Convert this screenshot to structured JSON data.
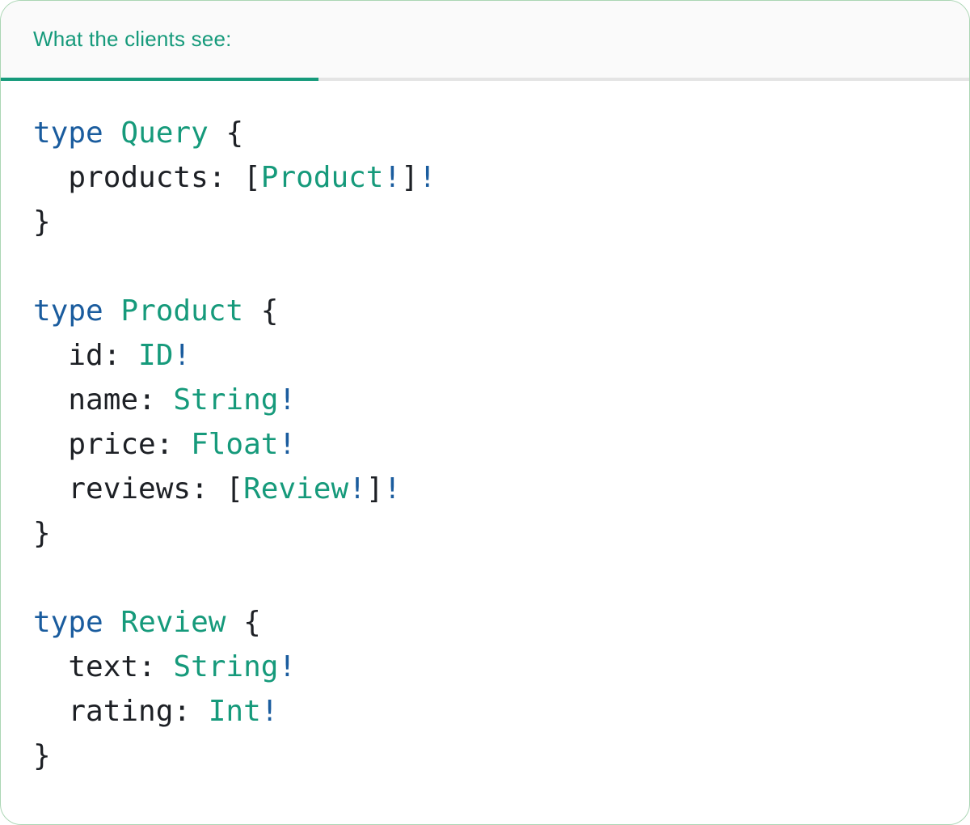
{
  "card": {
    "tab": {
      "label": "What the clients see:"
    },
    "colors": {
      "accent": "#169a7b",
      "keyword_blue": "#1a5c9e",
      "type_teal": "#169a7b",
      "plain_text": "#1d2025",
      "inactive_rule": "#e4e4e4",
      "card_border": "#abd6b4",
      "header_background": "#fafafa"
    },
    "code": {
      "language": "graphql",
      "lines": [
        [
          {
            "c": "k",
            "t": "type"
          },
          {
            "c": "p",
            "t": " "
          },
          {
            "c": "t",
            "t": "Query"
          },
          {
            "c": "p",
            "t": " {"
          }
        ],
        [
          {
            "c": "p",
            "t": "  products: ["
          },
          {
            "c": "t",
            "t": "Product"
          },
          {
            "c": "k",
            "t": "!"
          },
          {
            "c": "p",
            "t": "]"
          },
          {
            "c": "k",
            "t": "!"
          }
        ],
        [
          {
            "c": "p",
            "t": "}"
          }
        ],
        [],
        [
          {
            "c": "k",
            "t": "type"
          },
          {
            "c": "p",
            "t": " "
          },
          {
            "c": "t",
            "t": "Product"
          },
          {
            "c": "p",
            "t": " {"
          }
        ],
        [
          {
            "c": "p",
            "t": "  id: "
          },
          {
            "c": "t",
            "t": "ID"
          },
          {
            "c": "k",
            "t": "!"
          }
        ],
        [
          {
            "c": "p",
            "t": "  name: "
          },
          {
            "c": "t",
            "t": "String"
          },
          {
            "c": "k",
            "t": "!"
          }
        ],
        [
          {
            "c": "p",
            "t": "  price: "
          },
          {
            "c": "t",
            "t": "Float"
          },
          {
            "c": "k",
            "t": "!"
          }
        ],
        [
          {
            "c": "p",
            "t": "  reviews: ["
          },
          {
            "c": "t",
            "t": "Review"
          },
          {
            "c": "k",
            "t": "!"
          },
          {
            "c": "p",
            "t": "]"
          },
          {
            "c": "k",
            "t": "!"
          }
        ],
        [
          {
            "c": "p",
            "t": "}"
          }
        ],
        [],
        [
          {
            "c": "k",
            "t": "type"
          },
          {
            "c": "p",
            "t": " "
          },
          {
            "c": "t",
            "t": "Review"
          },
          {
            "c": "p",
            "t": " {"
          }
        ],
        [
          {
            "c": "p",
            "t": "  text: "
          },
          {
            "c": "t",
            "t": "String"
          },
          {
            "c": "k",
            "t": "!"
          }
        ],
        [
          {
            "c": "p",
            "t": "  rating: "
          },
          {
            "c": "t",
            "t": "Int"
          },
          {
            "c": "k",
            "t": "!"
          }
        ],
        [
          {
            "c": "p",
            "t": "}"
          }
        ]
      ]
    }
  }
}
